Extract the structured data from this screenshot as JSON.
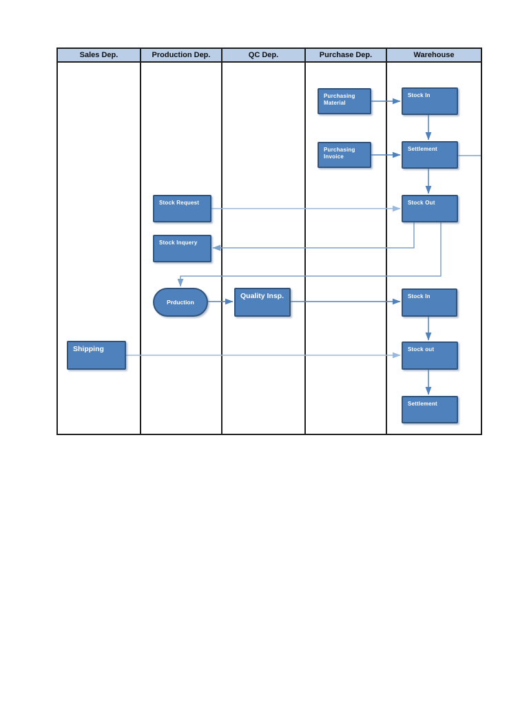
{
  "colors": {
    "node_fill": "#4f81bd",
    "node_border": "#30537b",
    "header_fill": "#bacee8",
    "grid_border": "#1e1e1e",
    "connector": "#4f81bd",
    "connector_light": "#9ab7dc",
    "node_text": "#ffffff"
  },
  "lanes": [
    {
      "label": "Sales Dep."
    },
    {
      "label": "Production Dep."
    },
    {
      "label": "QC Dep."
    },
    {
      "label": "Purchase Dep."
    },
    {
      "label": "Warehouse"
    }
  ],
  "nodes": [
    {
      "id": "purchasing-material",
      "lane": "Purchase Dep.",
      "shape": "rect",
      "label": "Purchasing Material"
    },
    {
      "id": "stock-in-purchase",
      "lane": "Warehouse",
      "shape": "rect",
      "label": "Stock In"
    },
    {
      "id": "purchasing-invoice",
      "lane": "Purchase Dep.",
      "shape": "rect",
      "label": "Purchasing Invoice"
    },
    {
      "id": "settlement-purchase",
      "lane": "Warehouse",
      "shape": "rect",
      "label": "Settlement"
    },
    {
      "id": "stock-request",
      "lane": "Production Dep.",
      "shape": "rect",
      "label": "Stock Request"
    },
    {
      "id": "stock-out-production",
      "lane": "Warehouse",
      "shape": "rect",
      "label": "Stock Out"
    },
    {
      "id": "stock-inquery",
      "lane": "Production Dep.",
      "shape": "rect",
      "label": "Stock Inquery"
    },
    {
      "id": "prduction",
      "lane": "Production Dep.",
      "shape": "stadium",
      "label": "Prduction"
    },
    {
      "id": "quality-insp",
      "lane": "QC Dep.",
      "shape": "rect",
      "label": "Quality Insp."
    },
    {
      "id": "stock-in-finished",
      "lane": "Warehouse",
      "shape": "rect",
      "label": "Stock In"
    },
    {
      "id": "shipping",
      "lane": "Sales Dep.",
      "shape": "rect",
      "label": "Shipping"
    },
    {
      "id": "stock-out-sales",
      "lane": "Warehouse",
      "shape": "rect",
      "label": "Stock out"
    },
    {
      "id": "settlement-sales",
      "lane": "Warehouse",
      "shape": "rect",
      "label": "Settlement"
    }
  ],
  "connectors": [
    {
      "from": "purchasing-material",
      "to": "stock-in-purchase",
      "arrow": true
    },
    {
      "from": "stock-in-purchase",
      "to": "settlement-purchase",
      "arrow": true
    },
    {
      "from": "purchasing-invoice",
      "to": "settlement-purchase",
      "arrow": true
    },
    {
      "from": "settlement-purchase",
      "to": "lane-right-edge",
      "arrow": false
    },
    {
      "from": "settlement-purchase",
      "to": "stock-out-production",
      "arrow": true
    },
    {
      "from": "stock-request",
      "to": "stock-out-production",
      "arrow": true
    },
    {
      "from": "stock-out-production",
      "to": "stock-inquery",
      "arrow": true
    },
    {
      "from": "stock-out-production",
      "to": "prduction",
      "arrow": true
    },
    {
      "from": "prduction",
      "to": "quality-insp",
      "arrow": true
    },
    {
      "from": "quality-insp",
      "to": "stock-in-finished",
      "arrow": true
    },
    {
      "from": "stock-in-finished",
      "to": "stock-out-sales",
      "arrow": true
    },
    {
      "from": "shipping",
      "to": "stock-out-sales",
      "arrow": true
    },
    {
      "from": "stock-out-sales",
      "to": "settlement-sales",
      "arrow": true
    }
  ]
}
